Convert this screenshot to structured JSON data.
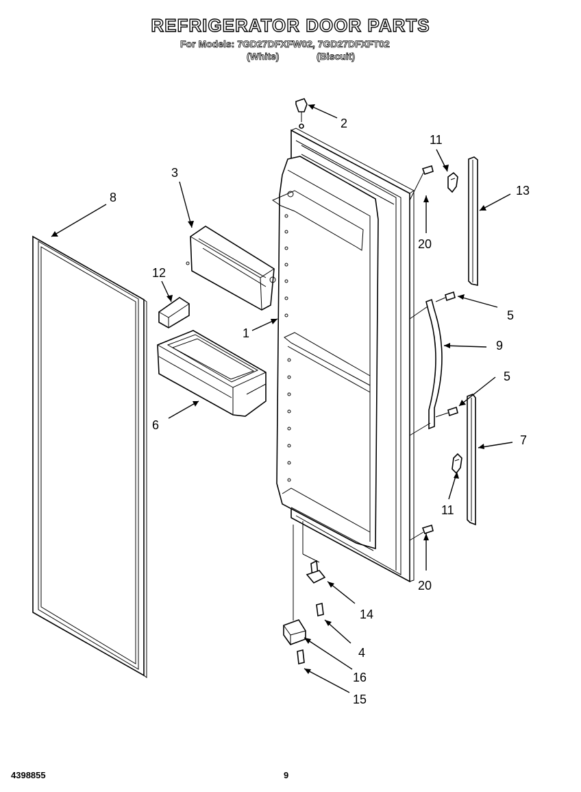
{
  "header": {
    "title": "REFRIGERATOR DOOR PARTS",
    "models_line": "For Models: 7GD27DFXFW02, 7GD27DFXFT02",
    "variant_white": "(White)",
    "variant_biscuit": "(Biscuit)"
  },
  "footer": {
    "document_number": "4398855",
    "page_number": "9"
  },
  "callouts": [
    {
      "id": "c2",
      "label": "2"
    },
    {
      "id": "c11a",
      "label": "11"
    },
    {
      "id": "c13",
      "label": "13"
    },
    {
      "id": "c3",
      "label": "3"
    },
    {
      "id": "c8",
      "label": "8"
    },
    {
      "id": "c20a",
      "label": "20"
    },
    {
      "id": "c12",
      "label": "12"
    },
    {
      "id": "c5a",
      "label": "5"
    },
    {
      "id": "c1",
      "label": "1"
    },
    {
      "id": "c9",
      "label": "9"
    },
    {
      "id": "c5b",
      "label": "5"
    },
    {
      "id": "c6",
      "label": "6"
    },
    {
      "id": "c7",
      "label": "7"
    },
    {
      "id": "c11b",
      "label": "11"
    },
    {
      "id": "c20b",
      "label": "20"
    },
    {
      "id": "c14",
      "label": "14"
    },
    {
      "id": "c4",
      "label": "4"
    },
    {
      "id": "c16",
      "label": "16"
    },
    {
      "id": "c15",
      "label": "15"
    }
  ]
}
